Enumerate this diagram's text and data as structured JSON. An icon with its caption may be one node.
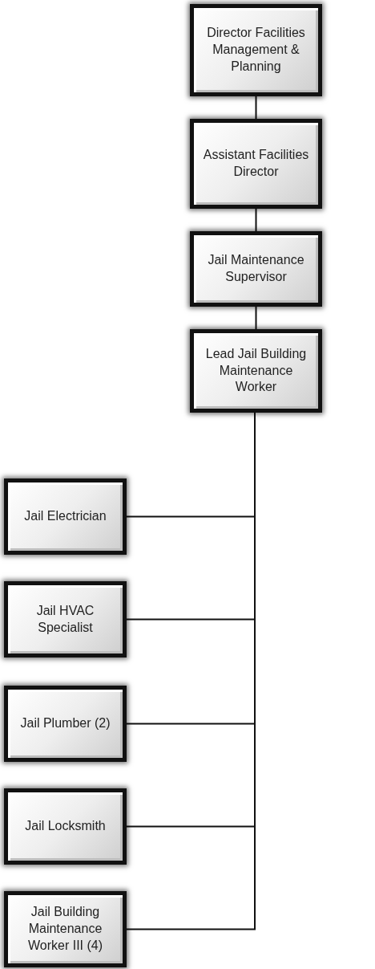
{
  "diagram": {
    "nodes": [
      {
        "text": [
          "Director Facilities Management & Planning"
        ]
      },
      {
        "text": [
          "Assistant Facilities Director"
        ]
      },
      {
        "text": [
          "Jail Maintenance Supervisor"
        ]
      },
      {
        "text": [
          "Lead Jail Building Maintenance Worker"
        ]
      },
      {
        "text": [
          "Jail Electrician"
        ]
      },
      {
        "text": [
          "Jail HVAC Specialist"
        ]
      },
      {
        "text": [
          "Jail Plumber (2)"
        ]
      },
      {
        "text": [
          "Jail Locksmith"
        ]
      },
      {
        "text": [
          "Jail Building Maintenance Worker III (4)"
        ]
      }
    ],
    "edges": [
      {
        "from": 0,
        "to": 1,
        "arrow": "none"
      },
      {
        "from": 1,
        "to": 2,
        "arrow": "none"
      },
      {
        "from": 2,
        "to": 3,
        "arrow": "none"
      },
      {
        "from": 3,
        "to": 4,
        "arrow": "none"
      },
      {
        "from": 3,
        "to": 5,
        "arrow": "none"
      },
      {
        "from": 3,
        "to": 6,
        "arrow": "none"
      },
      {
        "from": 3,
        "to": 7,
        "arrow": "none"
      },
      {
        "from": 3,
        "to": 8,
        "arrow": "none"
      }
    ]
  }
}
